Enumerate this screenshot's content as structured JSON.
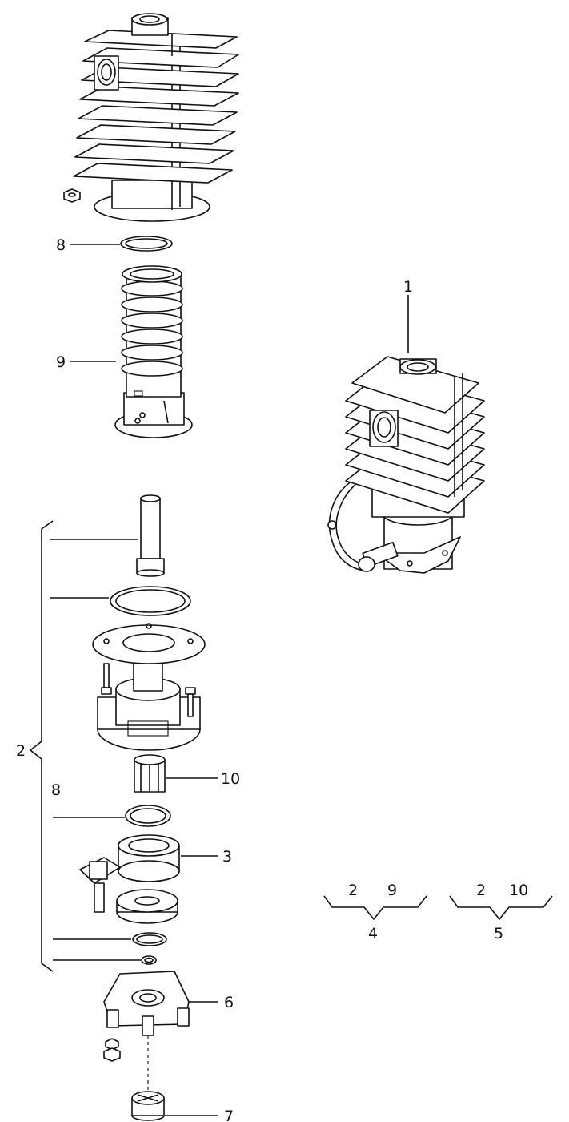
{
  "callouts": {
    "c1": "1",
    "c2": "2",
    "c3": "3",
    "c6": "6",
    "c7": "7",
    "c8_top": "8",
    "c8_mid": "8",
    "c9": "9",
    "c10": "10"
  },
  "kits": [
    {
      "parts_a": "2",
      "parts_b": "9",
      "kit": "4"
    },
    {
      "parts_a": "2",
      "parts_b": "10",
      "kit": "5"
    }
  ]
}
